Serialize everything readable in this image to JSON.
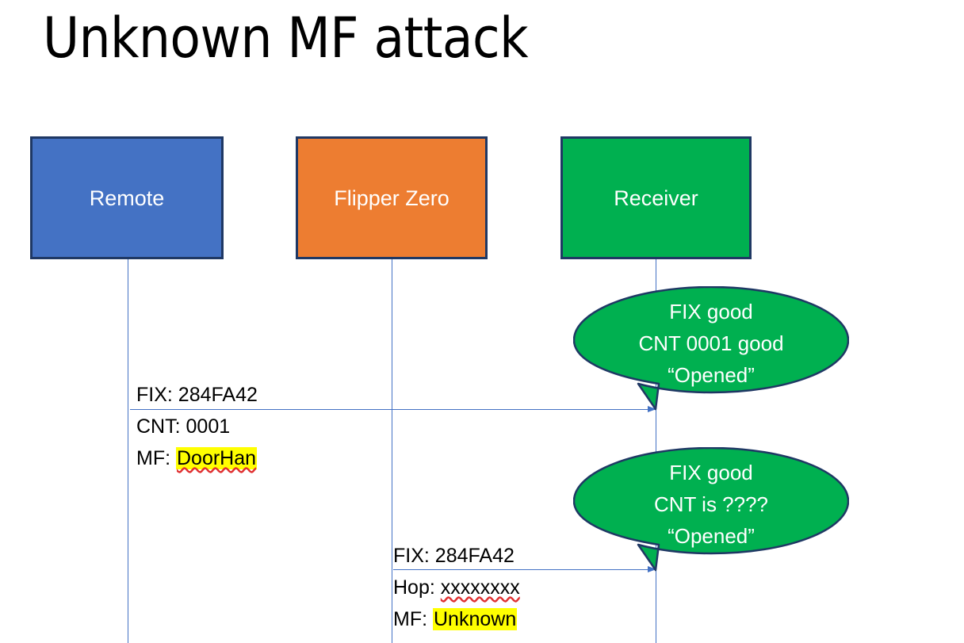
{
  "slide": {
    "title": "Unknown MF attack",
    "background": "#ffffff"
  },
  "colors": {
    "remote_blue": "#4472C4",
    "flipper_orange": "#ED7D31",
    "receiver_green": "#00B050",
    "box_border": "#1F3864",
    "line_blue": "#4472C4",
    "highlight_yellow": "#FFFF00",
    "spellcheck_red": "#E03030",
    "text_black": "#000000",
    "text_white": "#FFFFFF"
  },
  "actors": [
    {
      "id": "remote",
      "label": "Remote"
    },
    {
      "id": "flipper",
      "label": "Flipper Zero"
    },
    {
      "id": "receiver",
      "label": "Receiver"
    }
  ],
  "messages": [
    {
      "id": "remote-to-receiver",
      "from": "remote",
      "to": "receiver",
      "lines": [
        {
          "label": "FIX:",
          "value": "284FA42",
          "highlight": false,
          "spellcheck_underline": false
        },
        {
          "label": "CNT:",
          "value": "0001",
          "highlight": false,
          "spellcheck_underline": false
        },
        {
          "label": "MF:",
          "value": "DoorHan",
          "highlight": true,
          "spellcheck_underline": true
        }
      ]
    },
    {
      "id": "flipper-to-receiver",
      "from": "flipper",
      "to": "receiver",
      "lines": [
        {
          "label": "FIX:",
          "value": "284FA42",
          "highlight": false,
          "spellcheck_underline": false
        },
        {
          "label": "Hop:",
          "value": "xxxxxxxx",
          "highlight": false,
          "spellcheck_underline": true
        },
        {
          "label": "MF:",
          "value": "Unknown",
          "highlight": true,
          "spellcheck_underline": false
        }
      ]
    }
  ],
  "callouts": [
    {
      "id": "first",
      "attached_to": "receiver",
      "lines": [
        "FIX good",
        "CNT 0001 good",
        "“Opened”"
      ]
    },
    {
      "id": "second",
      "attached_to": "receiver",
      "lines": [
        "FIX good",
        "CNT is ????",
        "“Opened”"
      ]
    }
  ]
}
